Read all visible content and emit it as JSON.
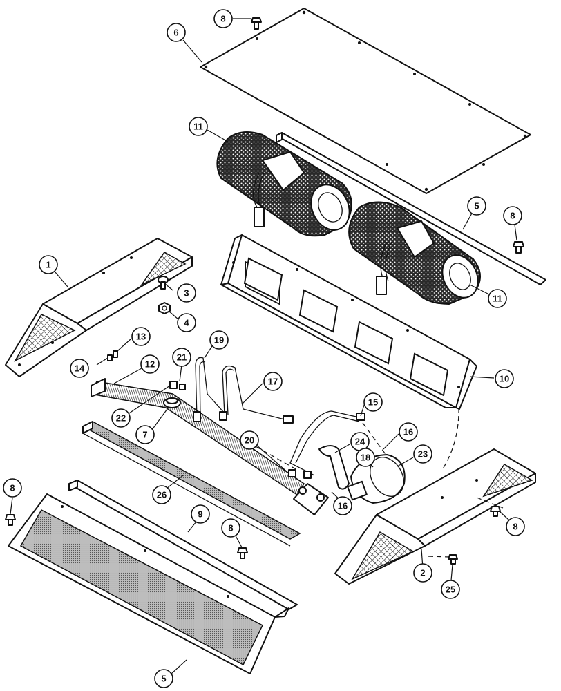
{
  "callouts": [
    {
      "id": "c6",
      "label": "6"
    },
    {
      "id": "c8a",
      "label": "8"
    },
    {
      "id": "c11a",
      "label": "11"
    },
    {
      "id": "c5a",
      "label": "5"
    },
    {
      "id": "c8b",
      "label": "8"
    },
    {
      "id": "c11b",
      "label": "11"
    },
    {
      "id": "c1",
      "label": "1"
    },
    {
      "id": "c3",
      "label": "3"
    },
    {
      "id": "c4",
      "label": "4"
    },
    {
      "id": "c10",
      "label": "10"
    },
    {
      "id": "c13",
      "label": "13"
    },
    {
      "id": "c14",
      "label": "14"
    },
    {
      "id": "c12",
      "label": "12"
    },
    {
      "id": "c21",
      "label": "21"
    },
    {
      "id": "c19",
      "label": "19"
    },
    {
      "id": "c17",
      "label": "17"
    },
    {
      "id": "c22",
      "label": "22"
    },
    {
      "id": "c7",
      "label": "7"
    },
    {
      "id": "c15",
      "label": "15"
    },
    {
      "id": "c16a",
      "label": "16"
    },
    {
      "id": "c20",
      "label": "20"
    },
    {
      "id": "c24",
      "label": "24"
    },
    {
      "id": "c18",
      "label": "18"
    },
    {
      "id": "c23",
      "label": "23"
    },
    {
      "id": "c16b",
      "label": "16"
    },
    {
      "id": "c26",
      "label": "26"
    },
    {
      "id": "c8c",
      "label": "8"
    },
    {
      "id": "c9",
      "label": "9"
    },
    {
      "id": "c8d",
      "label": "8"
    },
    {
      "id": "c8e",
      "label": "8"
    },
    {
      "id": "c25",
      "label": "25"
    },
    {
      "id": "c2",
      "label": "2"
    },
    {
      "id": "c5b",
      "label": "5"
    }
  ]
}
